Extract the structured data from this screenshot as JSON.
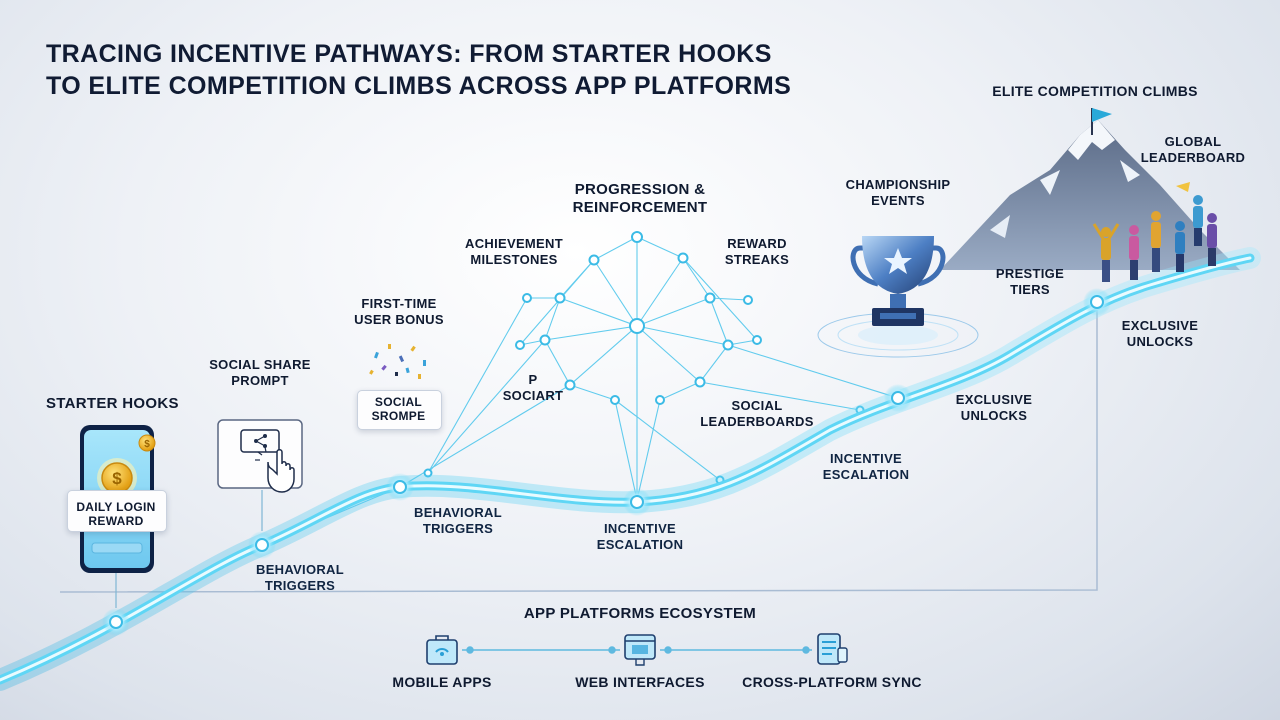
{
  "title": {
    "line1": "TRACING INCENTIVE PATHWAYS: FROM STARTER HOOKS",
    "line2": "TO ELITE COMPETITION CLIMBS ACROSS APP PLATFORMS"
  },
  "stages": {
    "starter_hooks": "STARTER HOOKS",
    "daily_login_reward": {
      "line1": "DAILY LOGIN",
      "line2": "REWARD"
    },
    "social_share_prompt": {
      "line1": "SOCIAL SHARE",
      "line2": "PROMPT"
    },
    "first_time_bonus": {
      "line1": "FIRST-TIME",
      "line2": "USER BONUS"
    },
    "social_card": {
      "line1": "SOCIAL",
      "line2": "SROMPE"
    },
    "progression": {
      "line1": "PROGRESSION &",
      "line2": "REINFORCEMENT"
    },
    "achievement": {
      "line1": "ACHIEVEMENT",
      "line2": "MILESTONES"
    },
    "reward_streaks": {
      "line1": "REWARD",
      "line2": "STREAKS"
    },
    "social_art": {
      "line1": "P",
      "line2": "SOCIART"
    },
    "social_leaderboards": {
      "line1": "SOCIAL",
      "line2": "LEADERBOARDS"
    },
    "championship": {
      "line1": "CHAMPIONSHIP",
      "line2": "EVENTS"
    },
    "elite": "ELITE COMPETITION CLIMBS",
    "global_leaderboard": {
      "line1": "GLOBAL",
      "line2": "LEADERBOARD"
    },
    "prestige": {
      "line1": "PRESTIGE",
      "line2": "TIERS"
    },
    "exclusive_top": {
      "line1": "EXCLUSIVE",
      "line2": "UNLOCKS"
    },
    "exclusive_mid": {
      "line1": "EXCLUSIVE",
      "line2": "UNLOCKS"
    }
  },
  "path_labels": {
    "behavioral_1": {
      "line1": "BEHAVIORAL",
      "line2": "TRIGGERS"
    },
    "behavioral_2": {
      "line1": "BEHAVIORAL",
      "line2": "TRIGGERS"
    },
    "escalation_1": {
      "line1": "INCENTIVE",
      "line2": "ESCALATION"
    },
    "escalation_2": {
      "line1": "INCENTIVE",
      "line2": "ESCALATION"
    }
  },
  "ecosystem": {
    "title": "APP PLATFORMS ECOSYSTEM",
    "items": [
      {
        "label": "MOBILE APPS",
        "icon": "briefcase-icon"
      },
      {
        "label": "WEB INTERFACES",
        "icon": "web-window-icon"
      },
      {
        "label": "CROSS-PLATFORM SYNC",
        "icon": "sync-devices-icon"
      }
    ]
  },
  "colors": {
    "path_glow": "#5fd6f5",
    "path_core": "#e8fbff",
    "node_line": "#52c7ec",
    "text_dark": "#0f1a30",
    "coin_gold": "#f1b31c",
    "trophy_blue": "#4d7fc4",
    "flag": "#29a9d9"
  }
}
